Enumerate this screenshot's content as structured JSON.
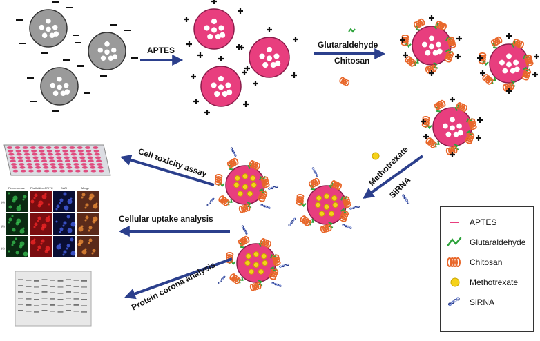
{
  "labels": {
    "step1": "APTES",
    "step2_top": "Glutaraldehyde",
    "step2_bottom": "Chitosan",
    "step3_top": "Methotrexate",
    "step3_bottom": "SiRNA",
    "out1": "Cell toxicity assay",
    "out2": "Cellular uptake analysis",
    "out3": "Protein corona analysis"
  },
  "micrograph_headers": [
    "Fluorescence",
    "Phalloidine-FRITC",
    "DAPI",
    "Merge"
  ],
  "micrograph_rows": [
    "(a)",
    "(b)",
    "(c)"
  ],
  "legend": {
    "items": [
      {
        "label": "APTES",
        "symbol": "aptes-icon"
      },
      {
        "label": "Glutaraldehyde",
        "symbol": "glutaraldehyde-icon"
      },
      {
        "label": "Chitosan",
        "symbol": "chitosan-icon"
      },
      {
        "label": "Methotrexate",
        "symbol": "methotrexate-icon"
      },
      {
        "label": "SiRNA",
        "symbol": "sirna-icon"
      }
    ]
  },
  "colors": {
    "bare_particle": "#9a9a9a",
    "aptes_particle": "#e83e7e",
    "arrow": "#2b3f8c",
    "chitosan": "#e8672a",
    "glutaraldehyde": "#2ea33c",
    "methotrexate": "#f5d21a",
    "sirna": "#2b3f8c"
  }
}
